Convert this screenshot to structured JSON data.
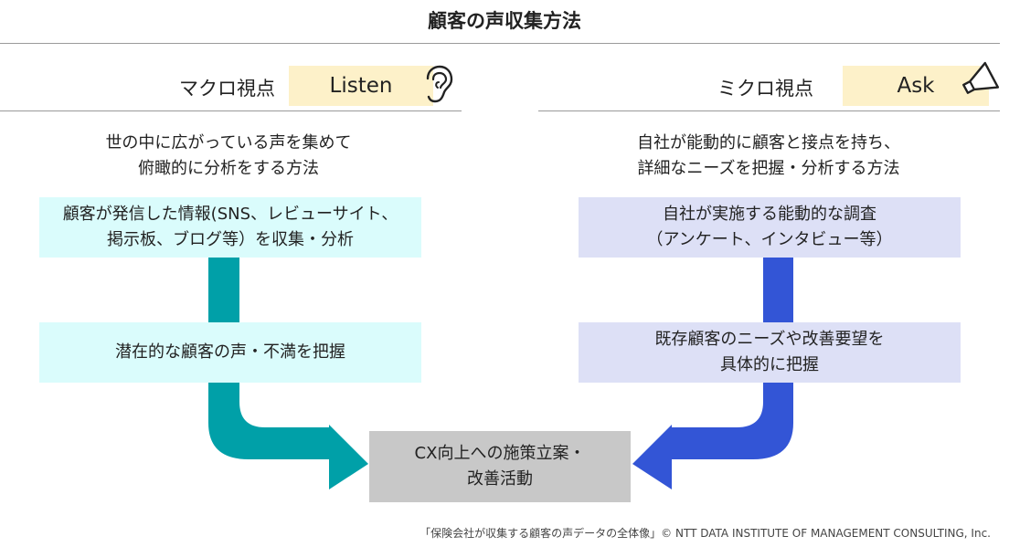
{
  "title": "顧客の声収集方法",
  "left": {
    "view_label": "マクロ視点",
    "tag": "Listen",
    "tag_icon": "ear-icon",
    "description": [
      "世の中に広がっている声を集めて",
      "俯瞰的に分析をする方法"
    ],
    "box1": [
      "顧客が発信した情報(SNS、レビューサイト、",
      "掲示板、ブログ等）を収集・分析"
    ],
    "box2": [
      "潜在的な顧客の声・不満を把握"
    ],
    "box_color": "#dafcfc",
    "arrow_color": "#00a0a8"
  },
  "right": {
    "view_label": "ミクロ視点",
    "tag": "Ask",
    "tag_icon": "megaphone-icon",
    "description": [
      "自社が能動的に顧客と接点を持ち、",
      "詳細なニーズを把握・分析する方法"
    ],
    "box1": [
      "自社が実施する能動的な調査",
      "（アンケート、インタビュー等）"
    ],
    "box2": [
      "既存顧客のニーズや改善要望を",
      "具体的に把握"
    ],
    "box_color": "#dde0f6",
    "arrow_color": "#3355d6"
  },
  "center": {
    "box": [
      "CX向上への施策立案・",
      "改善活動"
    ],
    "box_color": "#c8c8c8"
  },
  "footer": "「保険会社が収集する顧客の声データの全体像」© NTT DATA INSTITUTE OF MANAGEMENT CONSULTING, Inc.",
  "colors": {
    "tag_background": "#fdf1c9",
    "rule": "#9a9a9a"
  }
}
